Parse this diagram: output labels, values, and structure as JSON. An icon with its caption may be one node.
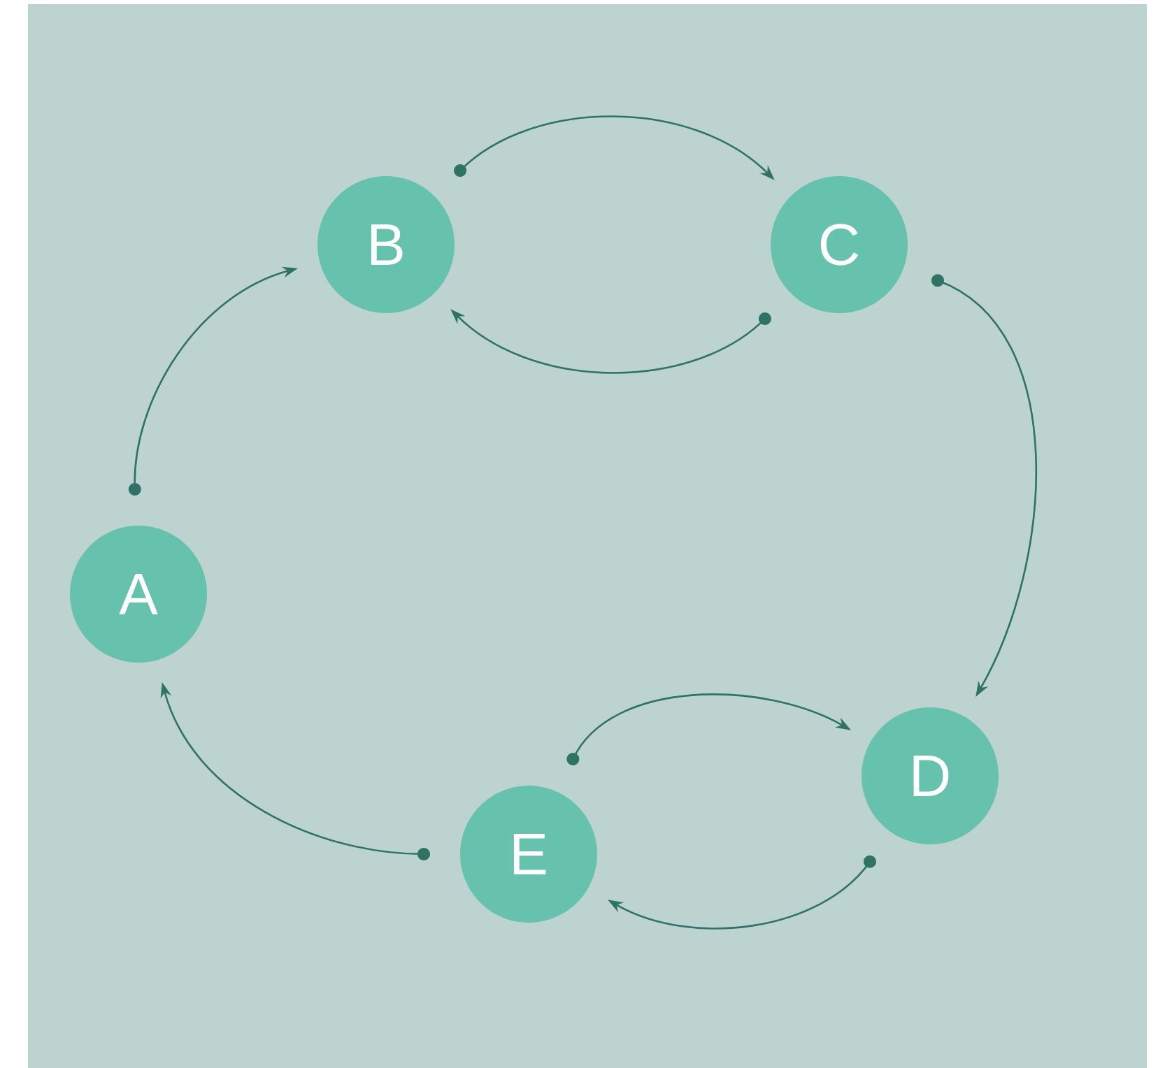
{
  "diagram": {
    "nodes": [
      {
        "text": [
          "A"
        ]
      },
      {
        "text": [
          "B"
        ]
      },
      {
        "text": [
          "C"
        ]
      },
      {
        "text": [
          "D"
        ]
      },
      {
        "text": [
          "E"
        ]
      }
    ],
    "edges": [
      {
        "from": 0,
        "to": 1,
        "arrow": "to"
      },
      {
        "from": 1,
        "to": 2,
        "arrow": "to"
      },
      {
        "from": 2,
        "to": 1,
        "arrow": "to"
      },
      {
        "from": 2,
        "to": 3,
        "arrow": "to"
      },
      {
        "from": 4,
        "to": 3,
        "arrow": "to"
      },
      {
        "from": 3,
        "to": 4,
        "arrow": "to"
      },
      {
        "from": 4,
        "to": 0,
        "arrow": "to"
      }
    ]
  }
}
